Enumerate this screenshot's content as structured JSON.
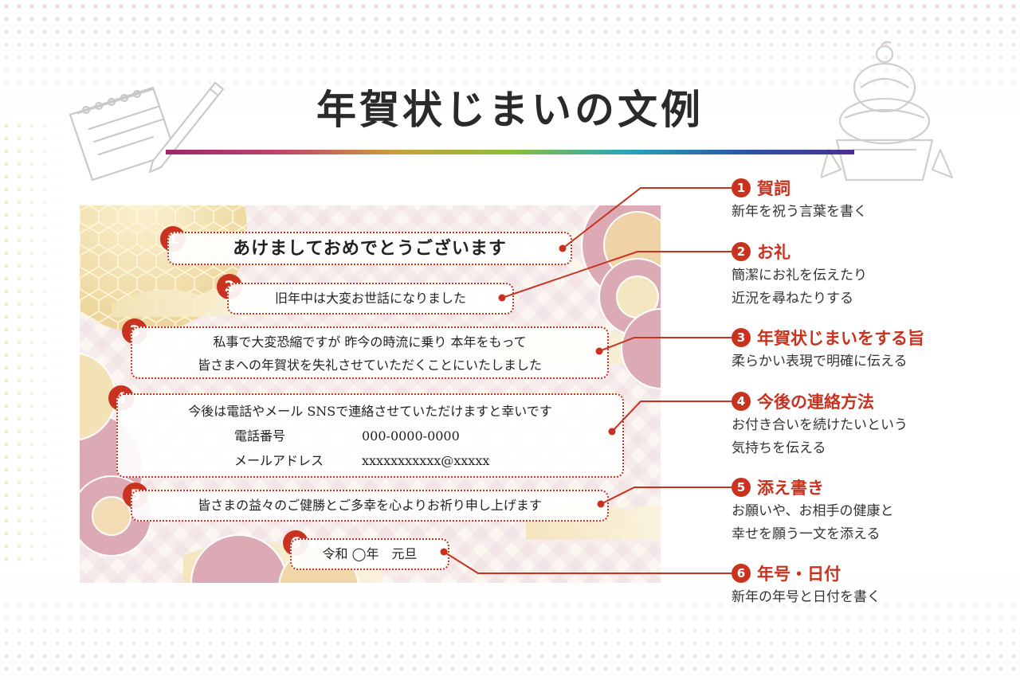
{
  "header": {
    "title": "年賀状じまいの文例"
  },
  "card": {
    "greeting": "あけましておめでとうございます",
    "thanks": "旧年中は大変お世話になりました",
    "notice_lines": [
      "私事で大変恐縮ですが 昨今の時流に乗り 本年をもって",
      "皆さまへの年賀状を失礼させていただくことにいたしました"
    ],
    "contact_intro": "今後は電話やメール SNSで連絡させていただけますと幸いです",
    "phone_label": "電話番号",
    "phone_value": "000-0000-0000",
    "email_label": "メールアドレス",
    "email_value": "xxxxxxxxxxx@xxxxx",
    "closing": "皆さまの益々のご健勝とご多幸を心よりお祈り申し上げます",
    "date": "令和 ◯年　元旦"
  },
  "legend": [
    {
      "num": "1",
      "title": "賀詞",
      "desc": [
        "新年を祝う言葉を書く"
      ]
    },
    {
      "num": "2",
      "title": "お礼",
      "desc": [
        "簡潔にお礼を伝えたり",
        "近況を尋ねたりする"
      ]
    },
    {
      "num": "3",
      "title": "年賀状じまいをする旨",
      "desc": [
        "柔らかい表現で明確に伝える"
      ]
    },
    {
      "num": "4",
      "title": "今後の連絡方法",
      "desc": [
        "お付き合いを続けたいという",
        "気持ちを伝える"
      ]
    },
    {
      "num": "5",
      "title": "添え書き",
      "desc": [
        "お願いや、お相手の健康と",
        "幸せを願う一文を添える"
      ]
    },
    {
      "num": "6",
      "title": "年号・日付",
      "desc": [
        "新年の年号と日付を書く"
      ]
    }
  ],
  "colors": {
    "accent": "#c8321e",
    "title_text": "#2a2a2a",
    "card_bg": "#fbf6f0"
  },
  "icons": {
    "left": "notepad-pencil-icon",
    "right": "kagami-mochi-icon"
  }
}
